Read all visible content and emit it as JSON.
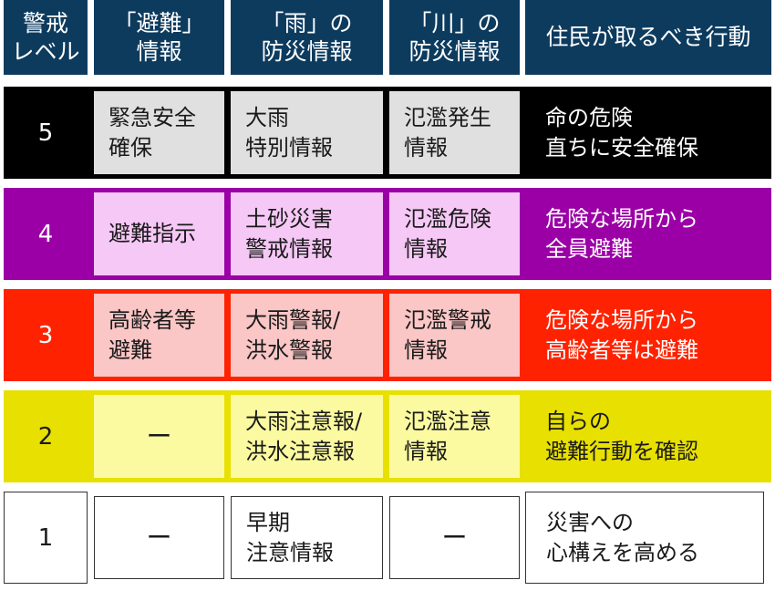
{
  "header": {
    "level": "警戒\nレベル",
    "evac": "「避難」\n情報",
    "rain": "「雨」の\n防災情報",
    "river": "「川」の\n防災情報",
    "action": "住民が取るべき行動"
  },
  "rows": [
    {
      "level": "5",
      "evac": "緊急安全\n確保",
      "rain": "大雨\n特別情報",
      "river": "氾濫発生\n情報",
      "action": "命の危険\n直ちに安全確保",
      "colors": {
        "band": "#000000",
        "cell": "#e0e0e0",
        "text": "#ffffff"
      }
    },
    {
      "level": "4",
      "evac": "避難指示",
      "rain": "土砂災害\n警戒情報",
      "river": "氾濫危険\n情報",
      "action": "危険な場所から\n全員避難",
      "colors": {
        "band": "#9b00a6",
        "cell": "#f6c8f6",
        "text": "#ffffff"
      }
    },
    {
      "level": "3",
      "evac": "高齢者等\n避難",
      "rain": "大雨警報/\n洪水警報",
      "river": "氾濫警戒\n情報",
      "action": "危険な場所から\n高齢者等は避難",
      "colors": {
        "band": "#ff2200",
        "cell": "#fbc6c6",
        "text": "#ffffff"
      }
    },
    {
      "level": "2",
      "evac": "ー",
      "rain": "大雨注意報/\n洪水注意報",
      "river": "氾濫注意\n情報",
      "action": "自らの\n避難行動を確認",
      "colors": {
        "band": "#e8e000",
        "cell": "#fbfaa0",
        "text": "#1a1a1a"
      }
    },
    {
      "level": "1",
      "evac": "ー",
      "rain": "早期\n注意情報",
      "river": "ー",
      "action": "災害への\n心構えを高める",
      "colors": {
        "band": "#ffffff",
        "cell": "#ffffff",
        "text": "#1a1a1a"
      }
    }
  ]
}
